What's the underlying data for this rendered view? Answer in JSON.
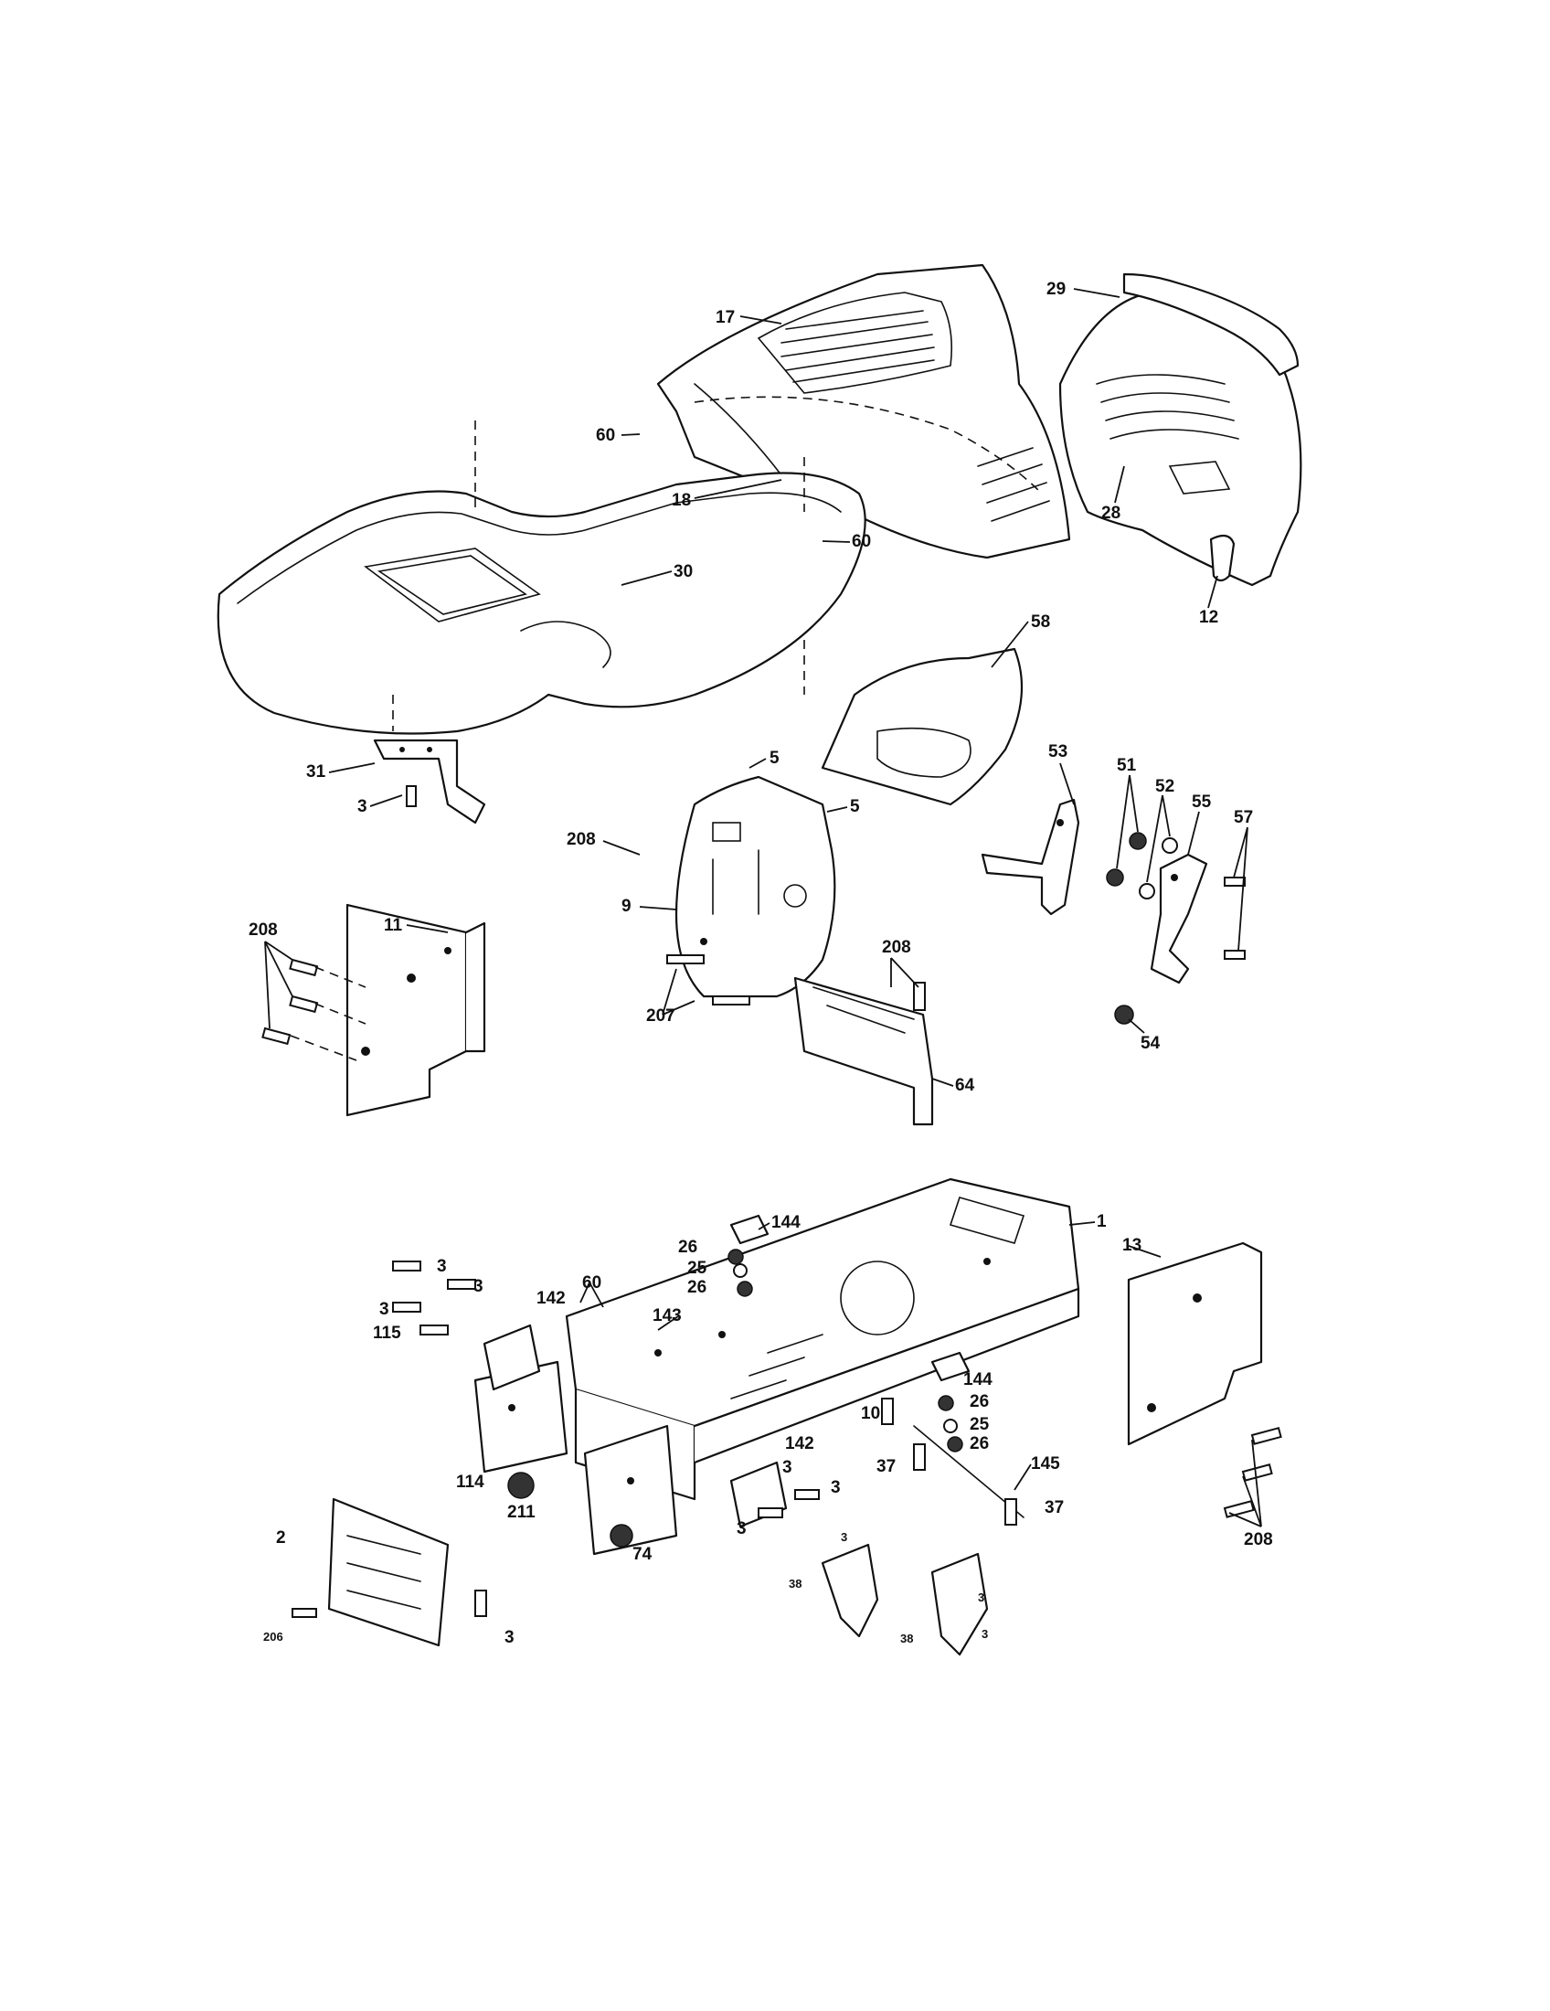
{
  "callouts": {
    "c17": "17",
    "c29": "29",
    "c60a": "60",
    "c60b": "60",
    "c18": "18",
    "c28": "28",
    "c30": "30",
    "c12": "12",
    "c58": "58",
    "c31": "31",
    "c3a": "3",
    "c5a": "5",
    "c5b": "5",
    "c208a": "208",
    "c53": "53",
    "c51": "51",
    "c52": "52",
    "c55": "55",
    "c57": "57",
    "c9": "9",
    "c208b": "208",
    "c11": "11",
    "c208c": "208",
    "c207": "207",
    "c54": "54",
    "c64": "64",
    "c1": "1",
    "c144a": "144",
    "c26a": "26",
    "c25a": "25",
    "c26b": "26",
    "c13": "13",
    "c3b": "3",
    "c3c": "3",
    "c3d": "3",
    "c115": "115",
    "c142a": "142",
    "c60c": "60",
    "c143": "143",
    "c144b": "144",
    "c26c": "26",
    "c10": "10",
    "c25b": "25",
    "c26d": "26",
    "c142b": "142",
    "c3e": "3",
    "c37a": "37",
    "c145": "145",
    "c114": "114",
    "c211": "211",
    "c3f": "3",
    "c3g": "3",
    "c37b": "37",
    "c208d": "208",
    "c74": "74",
    "c2": "2",
    "c3h": "3",
    "c38a": "38",
    "c3i": "3",
    "c38b": "38",
    "c3j": "3",
    "c206": "206",
    "c3k": "3"
  }
}
